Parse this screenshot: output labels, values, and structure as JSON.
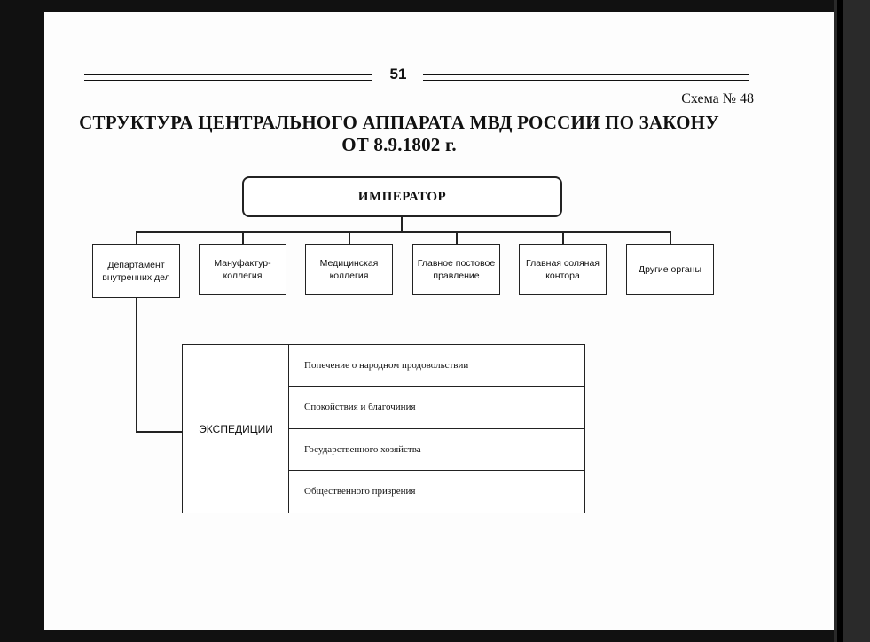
{
  "page_number": "51",
  "scheme_label": "Схема № 48",
  "title": {
    "line1": "СТРУКТУРА ЦЕНТРАЛЬНОГО АППАРАТА МВД РОССИИ  ПО ЗАКОНУ",
    "line2": "ОТ 8.9.1802 г."
  },
  "top_node": "ИМПЕРАТОР",
  "departments": [
    "Департамент внутренних дел",
    "Мануфактур-коллегия",
    "Медицинская коллегия",
    "Главное постовое правление",
    "Главная соляная контора",
    "Другие органы"
  ],
  "expeditions": {
    "label": "ЭКСПЕДИЦИИ",
    "items": [
      "Попечение о народном продовольствии",
      "Спокойствия и благочиния",
      "Государственного хозяйства",
      "Общественного призрения"
    ]
  }
}
